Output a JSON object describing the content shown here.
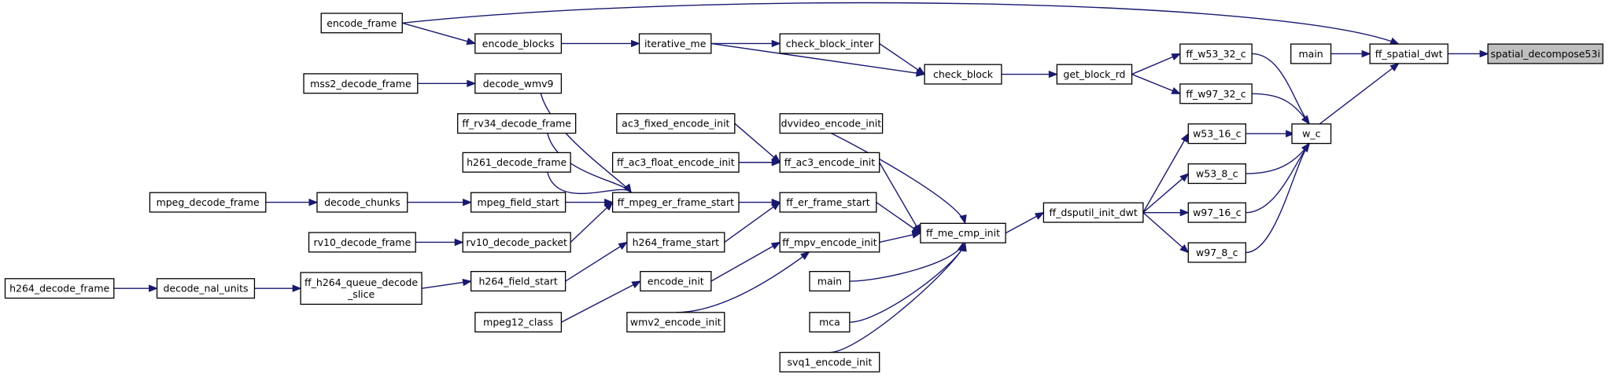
{
  "diagram": {
    "title": "",
    "edge_color": "#191970",
    "target_fill": "#bfbfbf",
    "nodes": [
      {
        "id": "spatial_decompose53i",
        "label": "spatial_decompose53i",
        "target": true
      },
      {
        "id": "ff_spatial_dwt",
        "label": "ff_spatial_dwt"
      },
      {
        "id": "main_top",
        "label": "main"
      },
      {
        "id": "w_c",
        "label": "w_c"
      },
      {
        "id": "ff_w53_32_c",
        "label": "ff_w53_32_c"
      },
      {
        "id": "ff_w97_32_c",
        "label": "ff_w97_32_c"
      },
      {
        "id": "w53_16_c",
        "label": "w53_16_c"
      },
      {
        "id": "w53_8_c",
        "label": "w53_8_c"
      },
      {
        "id": "w97_16_c",
        "label": "w97_16_c"
      },
      {
        "id": "w97_8_c",
        "label": "w97_8_c"
      },
      {
        "id": "get_block_rd",
        "label": "get_block_rd"
      },
      {
        "id": "check_block",
        "label": "check_block"
      },
      {
        "id": "check_block_inter",
        "label": "check_block_inter"
      },
      {
        "id": "iterative_me",
        "label": "iterative_me"
      },
      {
        "id": "encode_blocks",
        "label": "encode_blocks"
      },
      {
        "id": "encode_frame",
        "label": "encode_frame"
      },
      {
        "id": "ff_dsputil_init_dwt",
        "label": "ff_dsputil_init_dwt"
      },
      {
        "id": "ff_me_cmp_init",
        "label": "ff_me_cmp_init"
      },
      {
        "id": "dvvideo_encode_init",
        "label": "dvvideo_encode_init"
      },
      {
        "id": "ff_ac3_encode_init",
        "label": "ff_ac3_encode_init"
      },
      {
        "id": "ac3_fixed_encode_init",
        "label": "ac3_fixed_encode_init"
      },
      {
        "id": "ff_ac3_float_encode_init",
        "label": "ff_ac3_float_encode_init"
      },
      {
        "id": "ff_er_frame_start",
        "label": "ff_er_frame_start"
      },
      {
        "id": "ff_mpeg_er_frame_start",
        "label": "ff_mpeg_er_frame_start"
      },
      {
        "id": "h264_frame_start",
        "label": "h264_frame_start"
      },
      {
        "id": "ff_mpv_encode_init",
        "label": "ff_mpv_encode_init"
      },
      {
        "id": "encode_init",
        "label": "encode_init"
      },
      {
        "id": "wmv2_encode_init",
        "label": "wmv2_encode_init"
      },
      {
        "id": "main_mid",
        "label": "main"
      },
      {
        "id": "mca",
        "label": "mca"
      },
      {
        "id": "svq1_encode_init",
        "label": "svq1_encode_init"
      },
      {
        "id": "decode_wmv9",
        "label": "decode_wmv9"
      },
      {
        "id": "mss2_decode_frame",
        "label": "mss2_decode_frame"
      },
      {
        "id": "ff_rv34_decode_frame",
        "label": "ff_rv34_decode_frame"
      },
      {
        "id": "h261_decode_frame",
        "label": "h261_decode_frame"
      },
      {
        "id": "mpeg_field_start",
        "label": "mpeg_field_start"
      },
      {
        "id": "decode_chunks",
        "label": "decode_chunks"
      },
      {
        "id": "mpeg_decode_frame",
        "label": "mpeg_decode_frame"
      },
      {
        "id": "rv10_decode_packet",
        "label": "rv10_decode_packet"
      },
      {
        "id": "rv10_decode_frame",
        "label": "rv10_decode_frame"
      },
      {
        "id": "h264_field_start",
        "label": "h264_field_start"
      },
      {
        "id": "ff_h264_queue_decode_slice",
        "label": "ff_h264_queue_decode\n_slice"
      },
      {
        "id": "decode_nal_units",
        "label": "decode_nal_units"
      },
      {
        "id": "h264_decode_frame",
        "label": "h264_decode_frame"
      },
      {
        "id": "mpeg12_class",
        "label": "mpeg12_class"
      }
    ],
    "edges": [
      [
        "ff_spatial_dwt",
        "spatial_decompose53i"
      ],
      [
        "main_top",
        "ff_spatial_dwt"
      ],
      [
        "encode_frame",
        "ff_spatial_dwt"
      ],
      [
        "w_c",
        "ff_spatial_dwt"
      ],
      [
        "ff_w53_32_c",
        "w_c"
      ],
      [
        "ff_w97_32_c",
        "w_c"
      ],
      [
        "w53_16_c",
        "w_c"
      ],
      [
        "w53_8_c",
        "w_c"
      ],
      [
        "w97_16_c",
        "w_c"
      ],
      [
        "w97_8_c",
        "w_c"
      ],
      [
        "get_block_rd",
        "ff_w53_32_c"
      ],
      [
        "get_block_rd",
        "ff_w97_32_c"
      ],
      [
        "check_block",
        "get_block_rd"
      ],
      [
        "check_block_inter",
        "check_block"
      ],
      [
        "iterative_me",
        "check_block"
      ],
      [
        "iterative_me",
        "check_block_inter"
      ],
      [
        "encode_blocks",
        "iterative_me"
      ],
      [
        "encode_frame",
        "encode_blocks"
      ],
      [
        "ff_dsputil_init_dwt",
        "w53_16_c"
      ],
      [
        "ff_dsputil_init_dwt",
        "w53_8_c"
      ],
      [
        "ff_dsputil_init_dwt",
        "w97_16_c"
      ],
      [
        "ff_dsputil_init_dwt",
        "w97_8_c"
      ],
      [
        "ff_me_cmp_init",
        "ff_dsputil_init_dwt"
      ],
      [
        "dvvideo_encode_init",
        "ff_me_cmp_init"
      ],
      [
        "ff_ac3_encode_init",
        "ff_me_cmp_init"
      ],
      [
        "ac3_fixed_encode_init",
        "ff_ac3_encode_init"
      ],
      [
        "ff_ac3_float_encode_init",
        "ff_ac3_encode_init"
      ],
      [
        "ff_er_frame_start",
        "ff_me_cmp_init"
      ],
      [
        "ff_mpeg_er_frame_start",
        "ff_er_frame_start"
      ],
      [
        "h264_frame_start",
        "ff_er_frame_start"
      ],
      [
        "ff_mpv_encode_init",
        "ff_me_cmp_init"
      ],
      [
        "encode_init",
        "ff_mpv_encode_init"
      ],
      [
        "wmv2_encode_init",
        "ff_mpv_encode_init"
      ],
      [
        "main_mid",
        "ff_me_cmp_init"
      ],
      [
        "mca",
        "ff_me_cmp_init"
      ],
      [
        "svq1_encode_init",
        "ff_me_cmp_init"
      ],
      [
        "decode_wmv9",
        "ff_mpeg_er_frame_start"
      ],
      [
        "mss2_decode_frame",
        "decode_wmv9"
      ],
      [
        "ff_rv34_decode_frame",
        "ff_mpeg_er_frame_start"
      ],
      [
        "h261_decode_frame",
        "ff_mpeg_er_frame_start"
      ],
      [
        "mpeg_field_start",
        "ff_mpeg_er_frame_start"
      ],
      [
        "decode_chunks",
        "mpeg_field_start"
      ],
      [
        "mpeg_decode_frame",
        "decode_chunks"
      ],
      [
        "rv10_decode_packet",
        "ff_mpeg_er_frame_start"
      ],
      [
        "rv10_decode_frame",
        "rv10_decode_packet"
      ],
      [
        "h264_field_start",
        "h264_frame_start"
      ],
      [
        "ff_h264_queue_decode_slice",
        "h264_field_start"
      ],
      [
        "decode_nal_units",
        "ff_h264_queue_decode_slice"
      ],
      [
        "h264_decode_frame",
        "decode_nal_units"
      ],
      [
        "mpeg12_class",
        "encode_init"
      ]
    ]
  }
}
